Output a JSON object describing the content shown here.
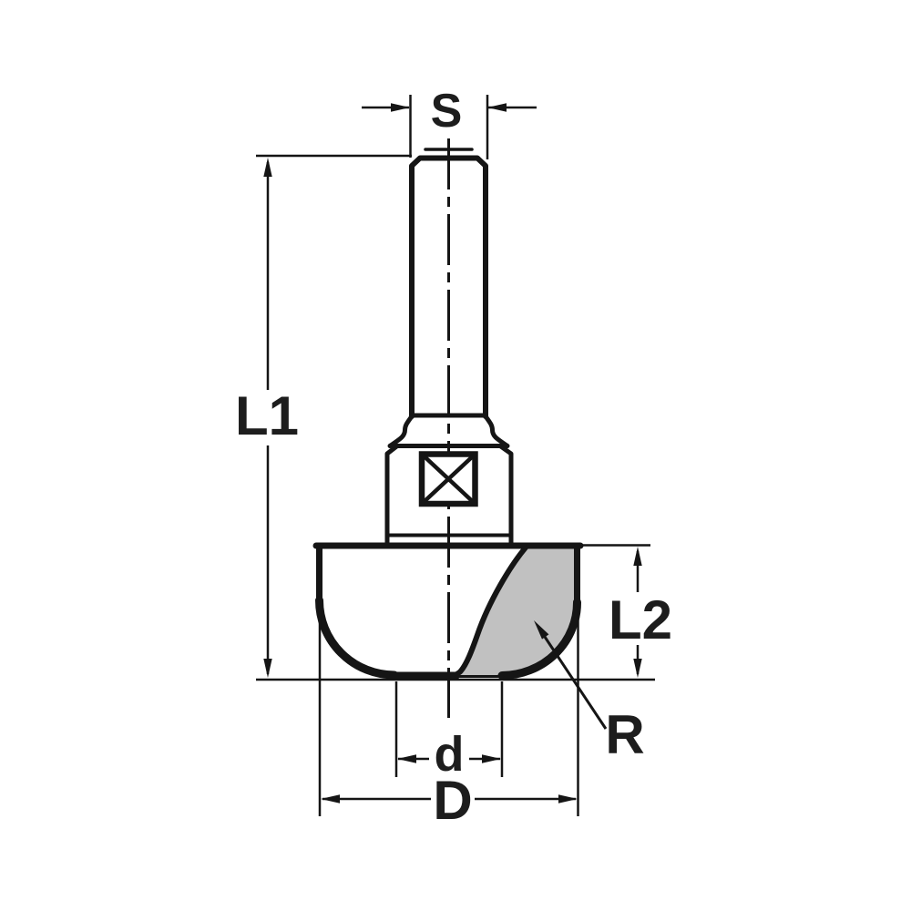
{
  "diagram": {
    "type": "technical-dimension-drawing",
    "subject": "corner rounding router bit, side profile with dimension callouts",
    "labels": {
      "shank_diameter": "S",
      "overall_length": "L1",
      "cutting_depth": "L2",
      "small_diameter": "d",
      "large_diameter": "D",
      "radius": "R"
    },
    "colors": {
      "line": "#151515",
      "carbide_fill": "#c1c1c1",
      "background": "#ffffff"
    }
  }
}
